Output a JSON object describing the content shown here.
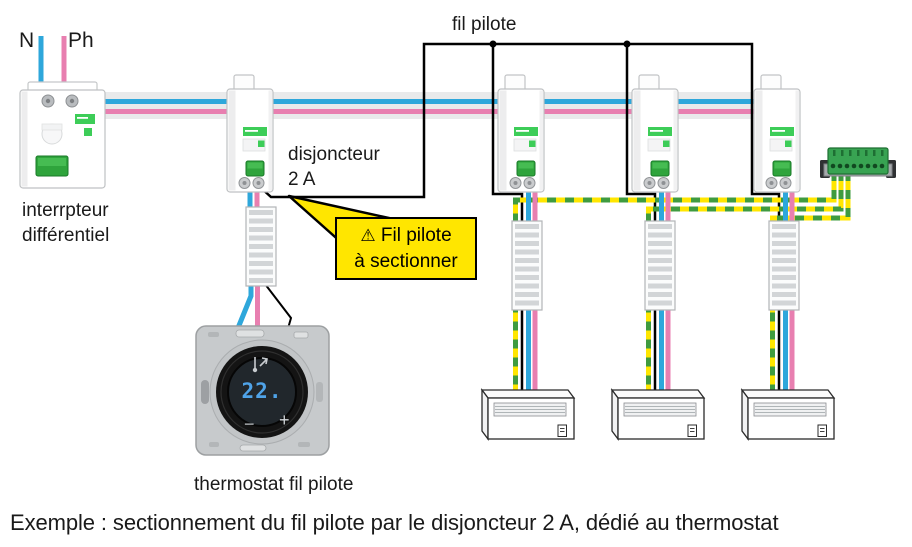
{
  "diagram": {
    "colors": {
      "neutral_wire": "#2EA7DB",
      "phase_wire": "#E87FB0",
      "pilot_wire": "#000000",
      "earth_yellow": "#FFE600",
      "earth_green": "#3F9B3F",
      "warning_bg": "#FFE600",
      "brand_green": "#3DCD58",
      "button_green": "#2FA43C",
      "display_blue": "#4FA3E8"
    },
    "supply": {
      "neutral_label": "N",
      "phase_label": "Ph"
    },
    "pilot_wire_label": "fil pilote",
    "differential_switch": {
      "label_line1": "interrpteur",
      "label_line2": "différentiel"
    },
    "breaker_2a": {
      "label_line1": "disjoncteur",
      "label_line2": "2 A"
    },
    "warning_callout": {
      "warning_icon": "⚠",
      "line1": "Fil pilote",
      "line2": "à sectionner"
    },
    "thermostat": {
      "label": "thermostat fil pilote",
      "display_value": "22.",
      "decrease_label": "−",
      "increase_label": "+"
    },
    "caption": "Exemple : sectionnement du fil pilote par le disjoncteur 2 A, dédié au thermostat"
  }
}
